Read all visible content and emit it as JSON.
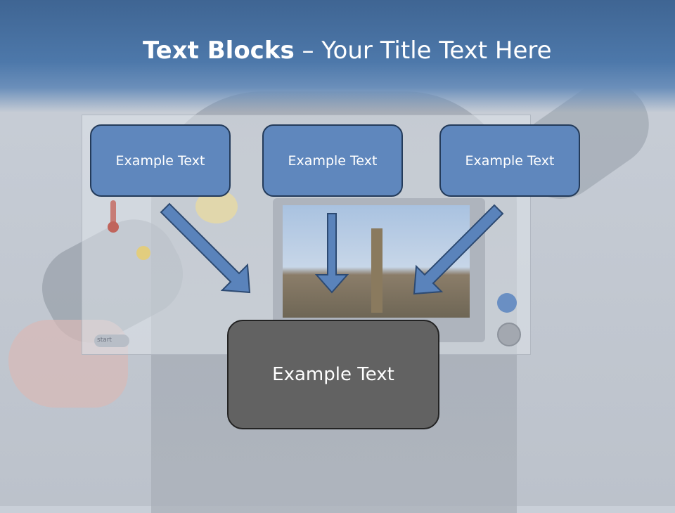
{
  "title": {
    "bold": "Text Blocks",
    "rest": " – Your Title Text Here"
  },
  "background": {
    "start_label": "start"
  },
  "diagram": {
    "top_boxes": [
      {
        "label": "Example Text"
      },
      {
        "label": "Example Text"
      },
      {
        "label": "Example Text"
      }
    ],
    "bottom_box": {
      "label": "Example Text"
    },
    "colors": {
      "top_box_fill": "#5f87bd",
      "top_box_border": "#243b5a",
      "bottom_box_fill": "#626262",
      "bottom_box_border": "#232323",
      "arrow_fill": "#5a83bb",
      "arrow_stroke": "#2d4a72",
      "header_band": "#4d78aa"
    }
  }
}
